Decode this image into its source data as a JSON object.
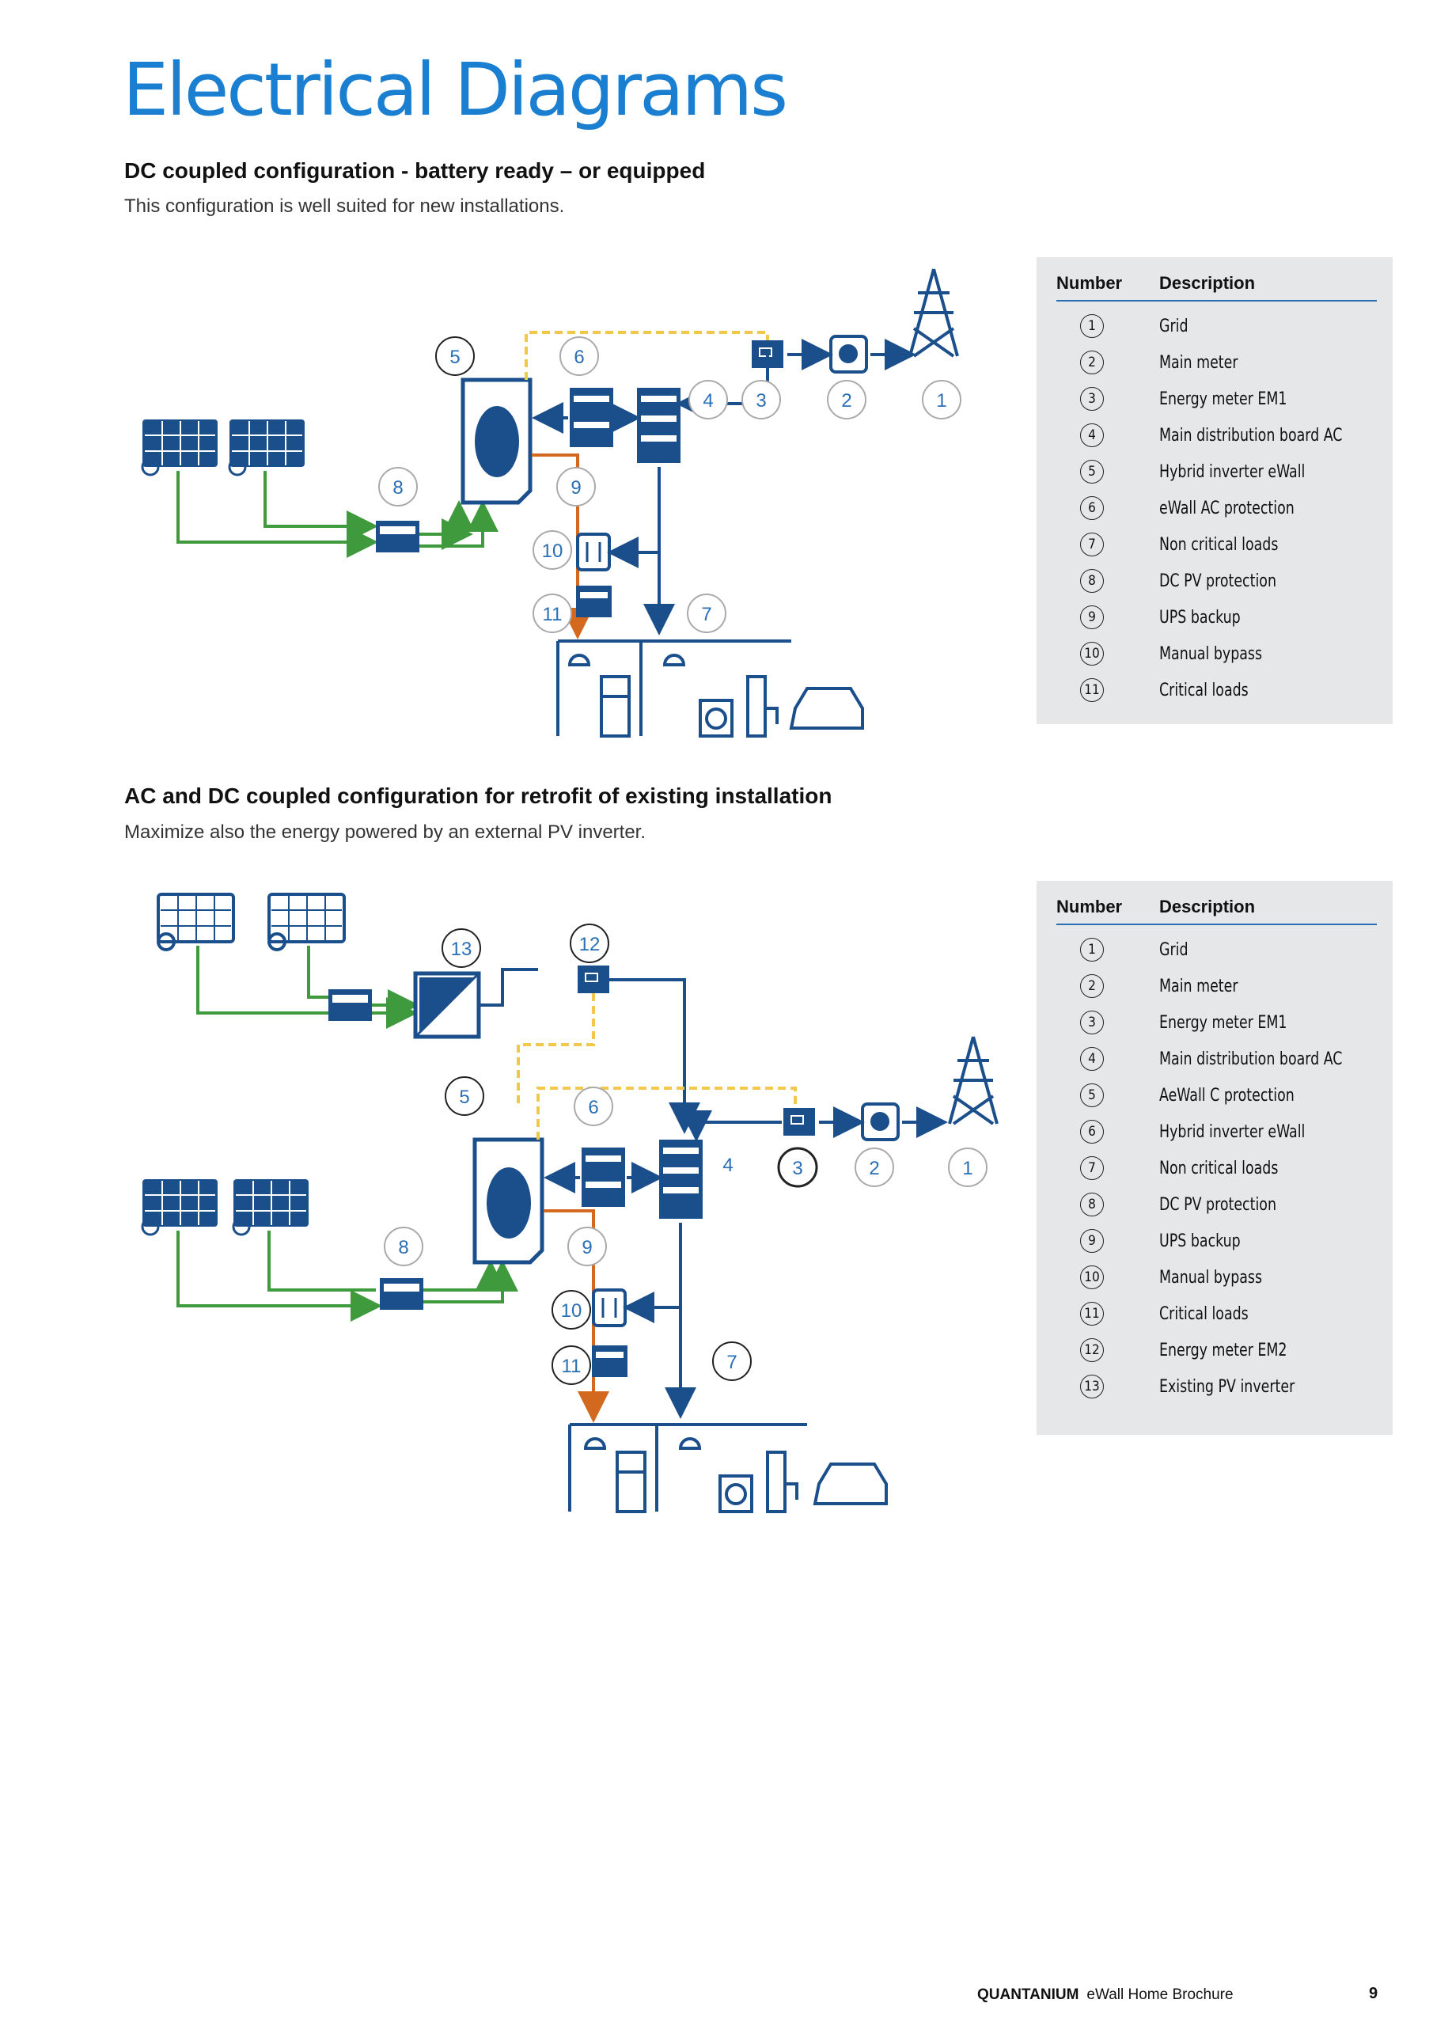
{
  "title": "Electrical Diagrams",
  "sections": [
    {
      "heading": "DC coupled configuration - battery ready – or equipped",
      "description": "This configuration is well suited for new installations.",
      "legend": {
        "col_number": "Number",
        "col_description": "Description",
        "rows": [
          {
            "number": "1",
            "description": "Grid"
          },
          {
            "number": "2",
            "description": "Main meter"
          },
          {
            "number": "3",
            "description": "Energy meter EM1"
          },
          {
            "number": "4",
            "description": "Main distribution board AC"
          },
          {
            "number": "5",
            "description": "Hybrid inverter eWall"
          },
          {
            "number": "6",
            "description": "eWall AC protection"
          },
          {
            "number": "7",
            "description": "Non critical loads"
          },
          {
            "number": "8",
            "description": "DC PV protection"
          },
          {
            "number": "9",
            "description": "UPS backup"
          },
          {
            "number": "10",
            "description": "Manual bypass"
          },
          {
            "number": "11",
            "description": "Critical loads"
          }
        ]
      },
      "diagram_labels": [
        "1",
        "2",
        "3",
        "4",
        "5",
        "6",
        "7",
        "8",
        "9",
        "10",
        "11"
      ]
    },
    {
      "heading": "AC and DC coupled configuration for retrofit of existing installation",
      "description": "Maximize also the energy powered by an external PV inverter.",
      "legend": {
        "col_number": "Number",
        "col_description": "Description",
        "rows": [
          {
            "number": "1",
            "description": "Grid"
          },
          {
            "number": "2",
            "description": "Main meter"
          },
          {
            "number": "3",
            "description": "Energy meter EM1"
          },
          {
            "number": "4",
            "description": "Main distribution board AC"
          },
          {
            "number": "5",
            "description": " AeWall C protection"
          },
          {
            "number": "6",
            "description": "Hybrid inverter eWall"
          },
          {
            "number": "7",
            "description": "Non critical loads"
          },
          {
            "number": "8",
            "description": "DC PV protection"
          },
          {
            "number": "9",
            "description": "UPS backup"
          },
          {
            "number": "10",
            "description": "Manual bypass"
          },
          {
            "number": "11",
            "description": "Critical loads"
          },
          {
            "number": "12",
            "description": "Energy meter EM2"
          },
          {
            "number": "13",
            "description": "Existing PV inverter"
          }
        ]
      },
      "diagram_labels": [
        "1",
        "2",
        "3",
        "4",
        "5",
        "6",
        "7",
        "8",
        "9",
        "10",
        "11",
        "12",
        "13"
      ]
    }
  ],
  "footer": {
    "brand": "QUANTANIUM",
    "text": "eWall Home Brochure"
  },
  "page_number": "9",
  "colors": {
    "blue": "#1b4f8c",
    "green": "#3e9a3c",
    "orange": "#d2691e",
    "yellow_dashed": "#f2c84b",
    "title": "#1a7fd0"
  }
}
